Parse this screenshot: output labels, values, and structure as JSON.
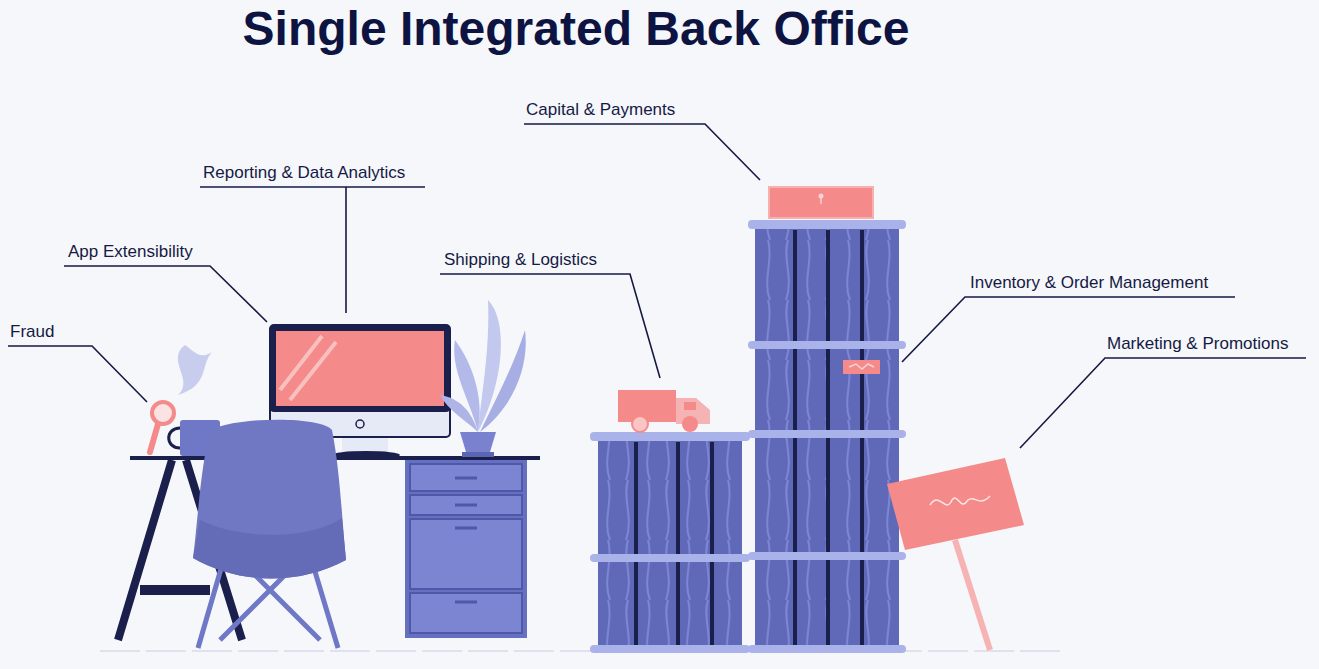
{
  "diagram": {
    "title": "Single Integrated Back Office",
    "labels": [
      "Capital & Payments",
      "Reporting & Data Analytics",
      "App Extensibility",
      "Shipping & Logistics",
      "Inventory & Order Management",
      "Fraud",
      "Marketing & Promotions"
    ]
  }
}
